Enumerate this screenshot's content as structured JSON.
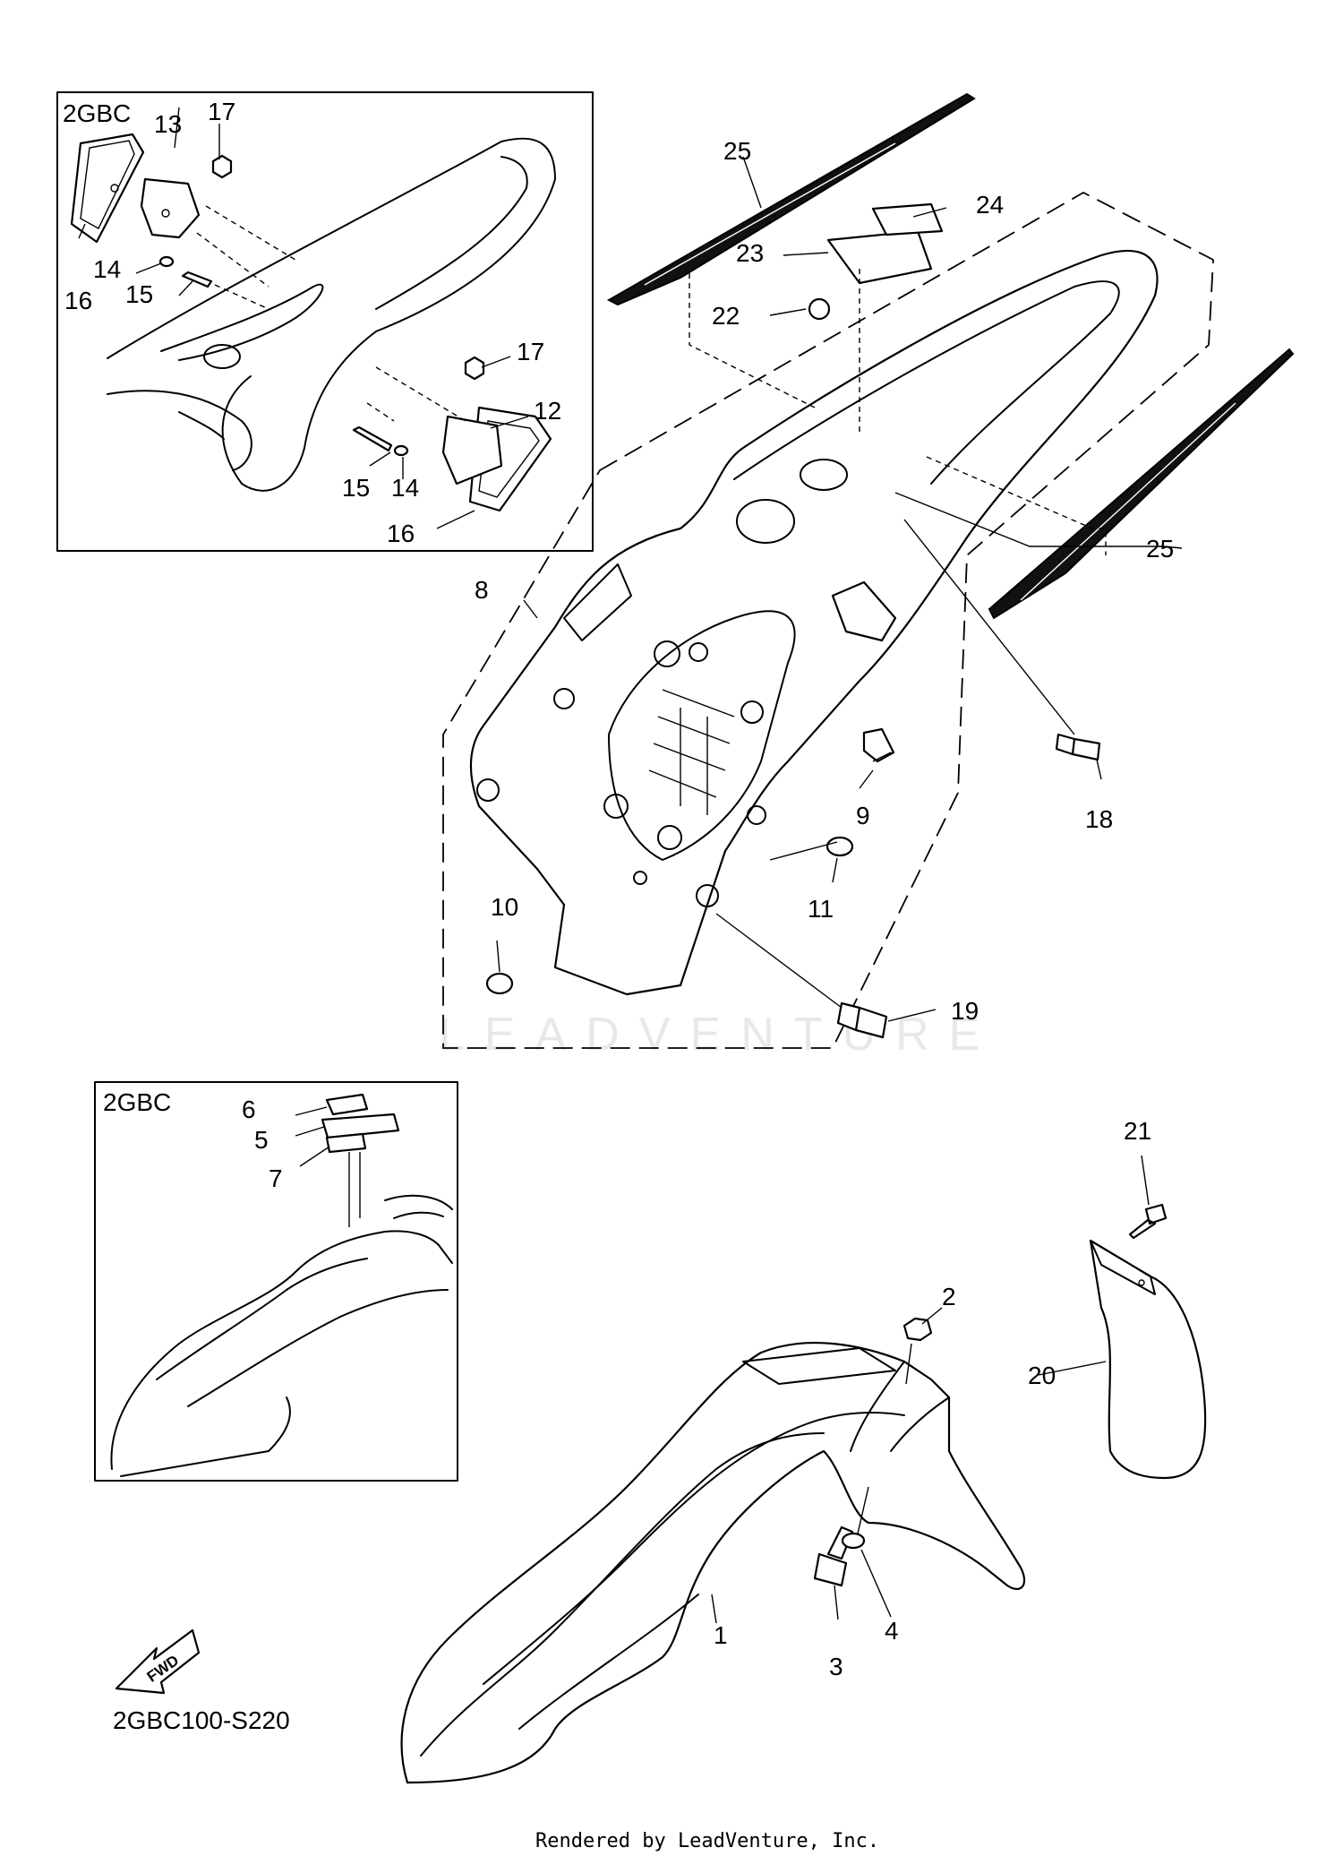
{
  "inset_top": {
    "title": "2GBC"
  },
  "inset_bottom": {
    "title": "2GBC"
  },
  "callouts": {
    "c1": "1",
    "c2": "2",
    "c3": "3",
    "c4": "4",
    "c5": "5",
    "c6": "6",
    "c7": "7",
    "c8": "8",
    "c9": "9",
    "c10": "10",
    "c11": "11",
    "c12": "12",
    "c13": "13",
    "c14a": "14",
    "c14b": "14",
    "c15a": "15",
    "c15b": "15",
    "c16a": "16",
    "c16b": "16",
    "c17a": "17",
    "c17b": "17",
    "c18": "18",
    "c19": "19",
    "c20": "20",
    "c21": "21",
    "c22": "22",
    "c23": "23",
    "c24": "24",
    "c25a": "25",
    "c25b": "25"
  },
  "fwd_label": "FWD",
  "diagram_code": "2GBC100-S220",
  "watermark": "LEADVENTURE",
  "footer": "Rendered by LeadVenture, Inc."
}
